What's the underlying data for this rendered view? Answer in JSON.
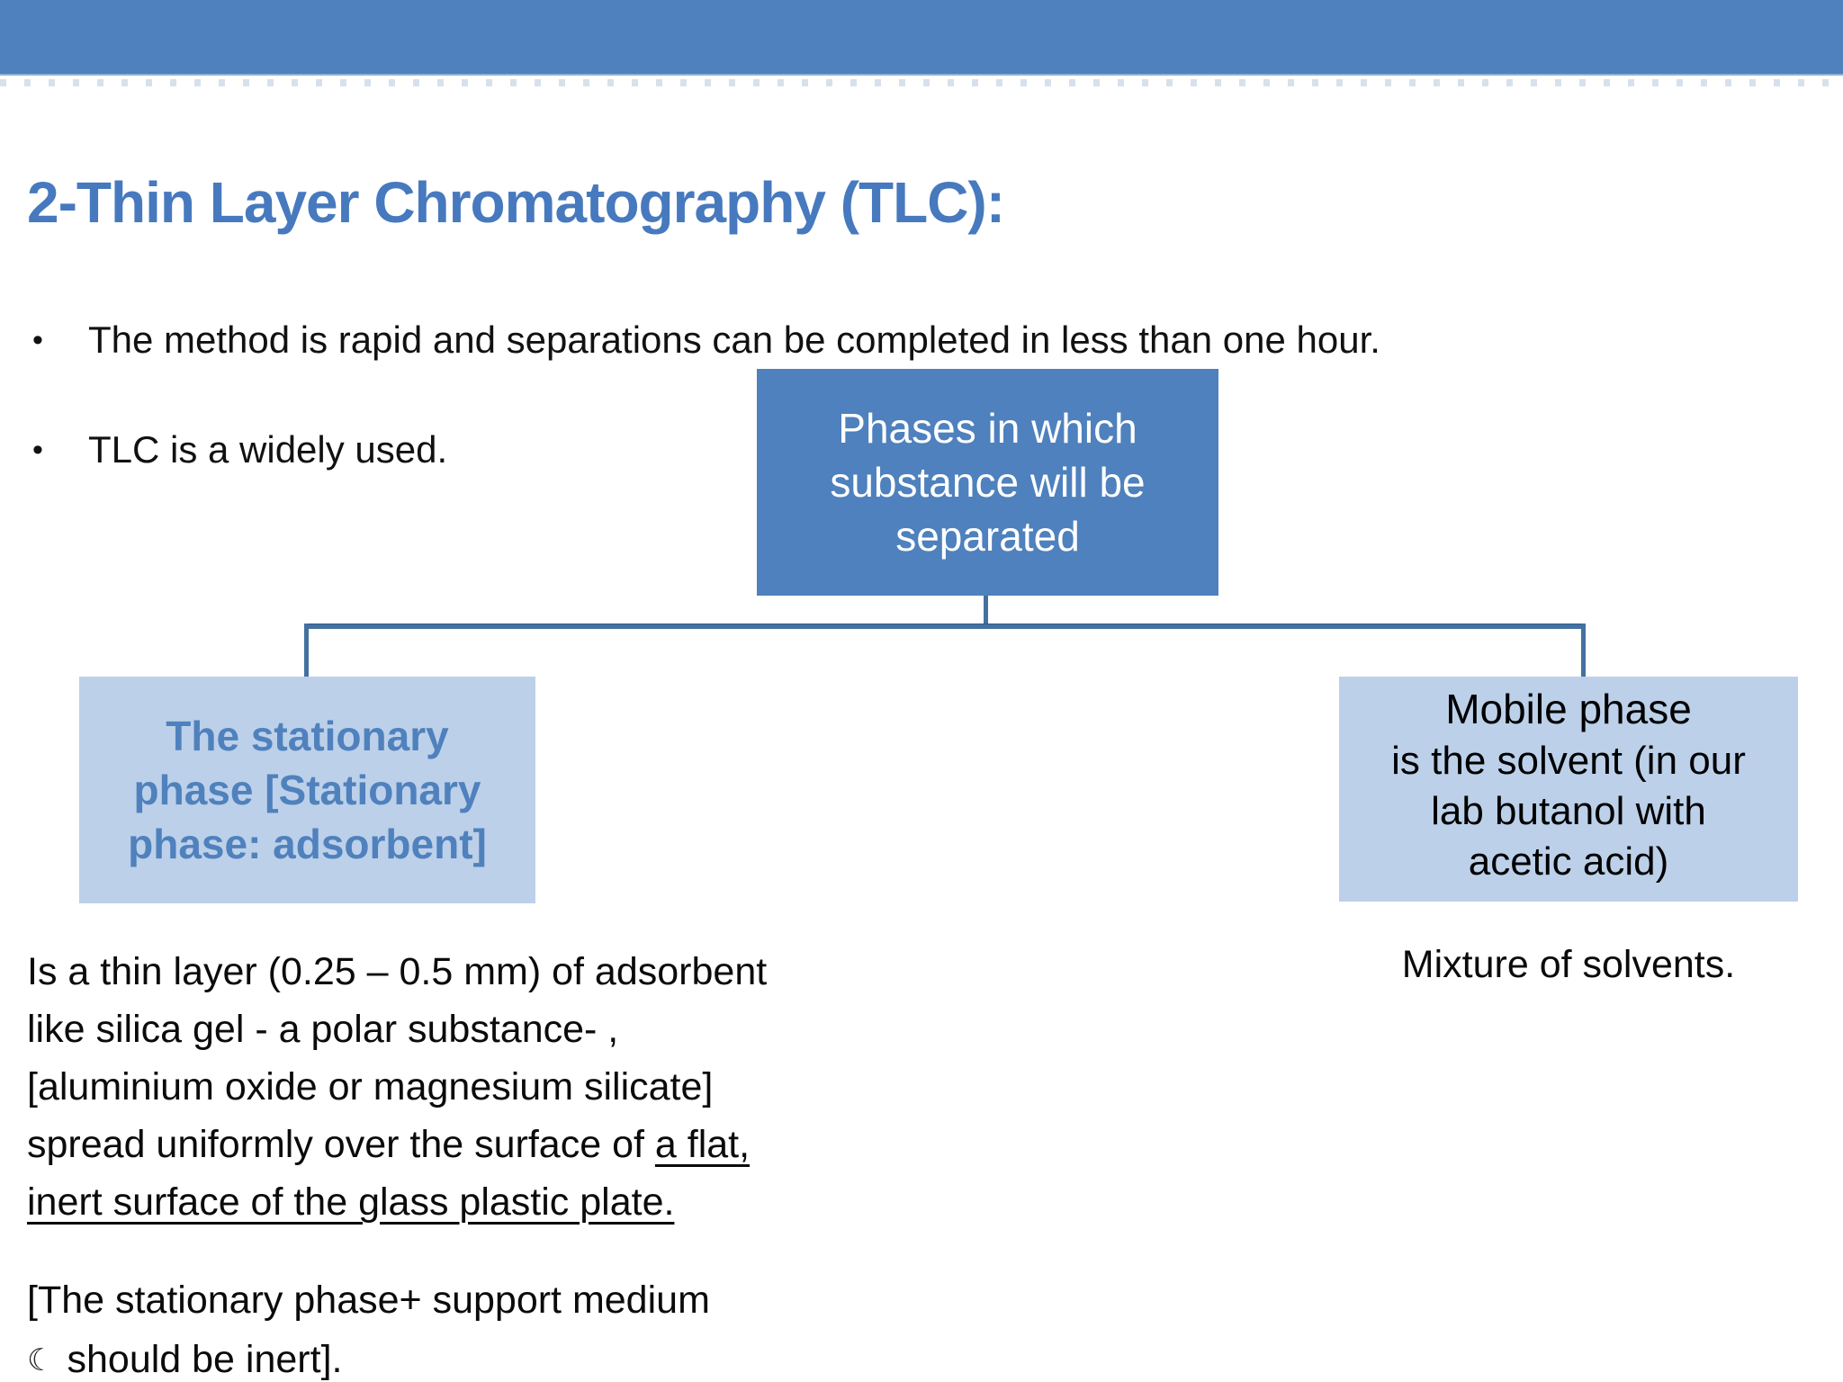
{
  "colors": {
    "accent_blue": "#4E81BD",
    "light_box_blue": "#BCD0E9",
    "title_blue": "#4779BE",
    "stationary_text_blue": "#4F81BD",
    "connector_blue": "#44719F"
  },
  "title": {
    "text": "2-Thin Layer Chromatography (TLC):"
  },
  "bullets": {
    "marker": "•",
    "items": [
      "The method is rapid and separations can be completed in less than one hour.",
      "TLC is a widely used."
    ]
  },
  "diagram": {
    "root_box": {
      "lines": [
        "Phases in which",
        "substance will be",
        "separated"
      ]
    },
    "stationary_box": {
      "lines": [
        "The stationary",
        "phase [Stationary",
        "phase: adsorbent]"
      ]
    },
    "mobile_box": {
      "title": "Mobile phase",
      "lines": [
        "is the solvent (in our",
        "lab butanol with",
        "acetic acid)"
      ]
    }
  },
  "stationary_note": {
    "line1": "Is a thin layer (0.25 – 0.5 mm) of adsorbent",
    "line2": "like silica gel - a polar substance- ,",
    "line3": "[aluminium oxide or magnesium silicate]",
    "line4_plain": "spread uniformly over the surface of ",
    "line4_underlined": "a flat,",
    "line5_underlined": "inert surface of the glass plastic plate."
  },
  "support_note": {
    "line1": "[The stationary phase+ support medium",
    "moon_glyph": "☾",
    "line2": "should be inert]."
  },
  "mobile_note": {
    "text": "Mixture of solvents."
  }
}
